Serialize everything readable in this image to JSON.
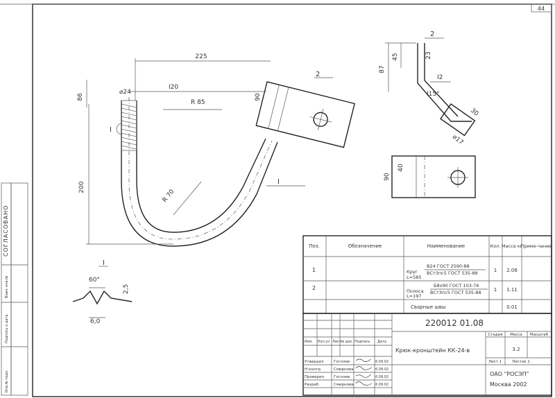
{
  "sheet_number": "44",
  "left_stamp": {
    "title": "СОГЛАСОВАНО",
    "rows": [
      "Инв.№ подл.",
      "Подпись и дата",
      "Взам. инв.№"
    ]
  },
  "main_view": {
    "dim_225": "225",
    "dim_120": "I20",
    "dim_86": "86",
    "dim_dia24": "⌀24",
    "dim_r85": "R 85",
    "dim_r70": "R 70",
    "dim_90": "90",
    "dim_200": "200",
    "callout_1": "I",
    "callout_1b": "I",
    "callout_1c": "I",
    "callout_2": "2"
  },
  "side_view": {
    "callout_2": "2",
    "dim_45": "45",
    "dim_23": "23",
    "dim_87": "87",
    "dim_12": "I2",
    "dim_115": "I15°",
    "dim_30": "30",
    "dim_dia17": "⌀17",
    "dim_40": "40",
    "dim_90": "90"
  },
  "weld_detail": {
    "title": "I",
    "angle": "60°",
    "gap": "2,5",
    "width": "6,0"
  },
  "spec_table": {
    "headers": [
      "Поз.",
      "Обозначение",
      "Наименование",
      "Кол.",
      "Масса кг",
      "Приме-чание"
    ],
    "rows": [
      {
        "pos": "1",
        "name_top": "В24 ГОСТ 2590-88",
        "name_prefix": "Круг",
        "name_bottom": "ВСт3пс5 ГОСТ 535-88",
        "name_len": "L=585",
        "qty": "1",
        "mass": "2.08"
      },
      {
        "pos": "2",
        "name_top": "Б8х90 ГОСТ 103-76",
        "name_prefix": "Полоса",
        "name_bottom": "ВСт3пс5 ГОСТ 535-88",
        "name_len": "L=197",
        "qty": "1",
        "mass": "1.11"
      },
      {
        "pos": "",
        "name_top": "Сварные швы",
        "name_prefix": "",
        "name_bottom": "",
        "name_len": "",
        "qty": "",
        "mass": "0.01"
      }
    ]
  },
  "title_block": {
    "doc_code": "220012 01.08",
    "product_name": "Крюк-кронштейн КК-24-в",
    "rev_headers": [
      "Изм.",
      "Кол.уч",
      "Лист",
      "№ док.",
      "Подпись",
      "Дата"
    ],
    "stage_headers": [
      "Стадия",
      "Масса",
      "Масштаб"
    ],
    "mass": "3.2",
    "sheet_label": "Лист 1",
    "sheets_label": "Листов 1",
    "org": "ОАО \"РОСЭП\"",
    "city_year": "Москва 2002",
    "people": [
      {
        "role": "Утвердил",
        "name": "Гоголев",
        "date": "6.09.02"
      },
      {
        "role": "Н.контр.",
        "name": "Смирнова",
        "date": "6.09.02"
      },
      {
        "role": "Проверил",
        "name": "Гоголев",
        "date": "6.09.02"
      },
      {
        "role": "Разраб.",
        "name": "Смирнова",
        "date": "6.09.02"
      }
    ]
  }
}
